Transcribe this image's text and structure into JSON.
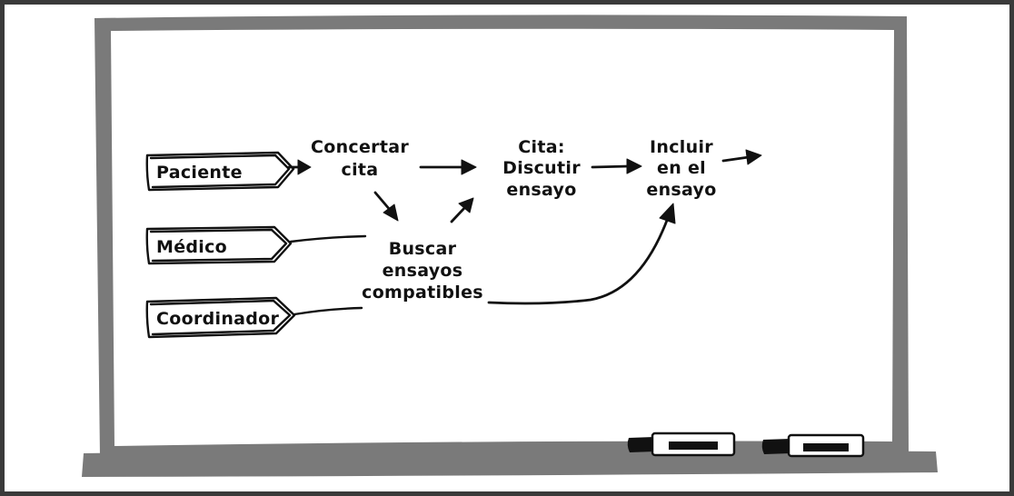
{
  "colors": {
    "outer_border": "#3a3a3a",
    "board_frame": "#7a7a7a",
    "board_surface": "#ffffff",
    "ink": "#111111"
  },
  "roles": [
    {
      "label": "Paciente"
    },
    {
      "label": "Médico"
    },
    {
      "label": "Coordinador"
    }
  ],
  "steps": {
    "concertar": [
      "Concertar",
      "cita"
    ],
    "cita": [
      "Cita:",
      "Discutir",
      "ensayo"
    ],
    "incluir": [
      "Incluir",
      "en el",
      "ensayo"
    ],
    "buscar": [
      "Buscar",
      "ensayos",
      "compatibles"
    ]
  },
  "markers": [
    {
      "icon": "whiteboard-marker-icon"
    },
    {
      "icon": "whiteboard-marker-icon"
    }
  ]
}
